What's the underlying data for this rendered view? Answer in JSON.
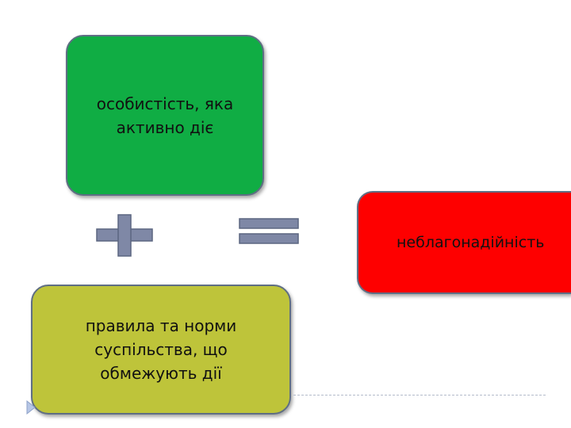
{
  "diagram": {
    "person_box": {
      "text": "особистість, яка\nактивно діє",
      "color": "#10ad44"
    },
    "rules_box": {
      "text": "правила та норми\nсуспільства, що\nобмежують дії",
      "color": "#bec43a"
    },
    "result_box": {
      "text": "неблагонадійність",
      "color": "#fe0000"
    },
    "operators": {
      "plus": "plus-sign",
      "equals": "equals-sign",
      "color": "#7f88a6"
    }
  }
}
